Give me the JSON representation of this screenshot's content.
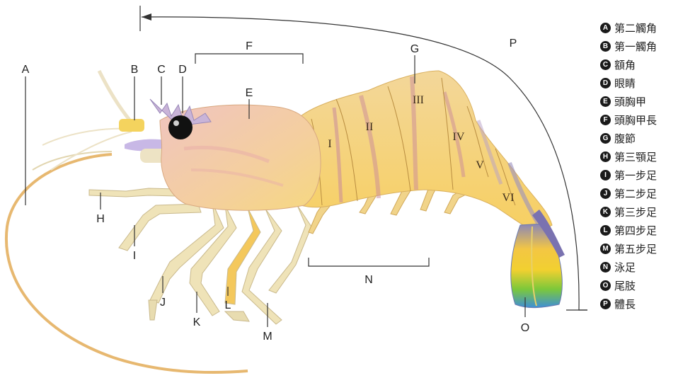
{
  "labels": {
    "A": "A",
    "B": "B",
    "C": "C",
    "D": "D",
    "E": "E",
    "F": "F",
    "G": "G",
    "H": "H",
    "I": "I",
    "J": "J",
    "K": "K",
    "L": "L",
    "M": "M",
    "N": "N",
    "O": "O",
    "P": "P"
  },
  "segments": [
    "I",
    "II",
    "III",
    "IV",
    "V",
    "VI"
  ],
  "legend": [
    {
      "key": "A",
      "text": "第二觸角"
    },
    {
      "key": "B",
      "text": "第一觸角"
    },
    {
      "key": "C",
      "text": "額角"
    },
    {
      "key": "D",
      "text": "眼睛"
    },
    {
      "key": "E",
      "text": "頭胸甲"
    },
    {
      "key": "F",
      "text": "頭胸甲長"
    },
    {
      "key": "G",
      "text": "腹節"
    },
    {
      "key": "H",
      "text": "第三顎足"
    },
    {
      "key": "I",
      "text": "第一步足"
    },
    {
      "key": "J",
      "text": "第二步足"
    },
    {
      "key": "K",
      "text": "第三步足"
    },
    {
      "key": "L",
      "text": "第四步足"
    },
    {
      "key": "M",
      "text": "第五步足"
    },
    {
      "key": "N",
      "text": "泳足"
    },
    {
      "key": "O",
      "text": "尾肢"
    },
    {
      "key": "P",
      "text": "體長"
    }
  ],
  "colors": {
    "carapace": "#f2c9a8",
    "abdomen": "#f5d27a",
    "stripe": "#c98a9a",
    "leg": "#eee2b8",
    "tail_blue": "#4a9fd8",
    "tail_green": "#7cc83a",
    "tail_yellow": "#f2d030",
    "eye": "#111111"
  }
}
